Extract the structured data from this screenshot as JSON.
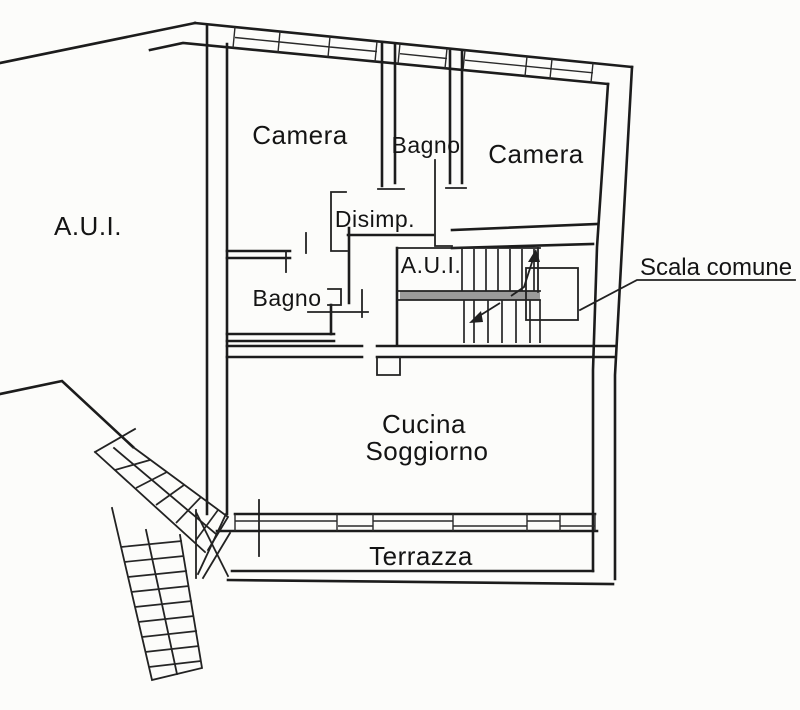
{
  "canvas": {
    "background": "#fcfcfa",
    "line_color": "#1c1c1c"
  },
  "floor_plan": {
    "rooms": [
      {
        "id": "aui-left",
        "label": "A.U.I."
      },
      {
        "id": "camera-left",
        "label": "Camera"
      },
      {
        "id": "bagno-top",
        "label": "Bagno"
      },
      {
        "id": "camera-right",
        "label": "Camera"
      },
      {
        "id": "disimpegno",
        "label": "Disimp."
      },
      {
        "id": "aui-stairwell",
        "label": "A.U.I."
      },
      {
        "id": "bagno-left",
        "label": "Bagno"
      },
      {
        "id": "cucina-soggiorno",
        "label_line1": "Cucina",
        "label_line2": "Soggiorno"
      },
      {
        "id": "terrazza",
        "label": "Terrazza"
      }
    ],
    "annotations": [
      {
        "id": "scala-comune",
        "label": "Scala comune"
      }
    ]
  }
}
